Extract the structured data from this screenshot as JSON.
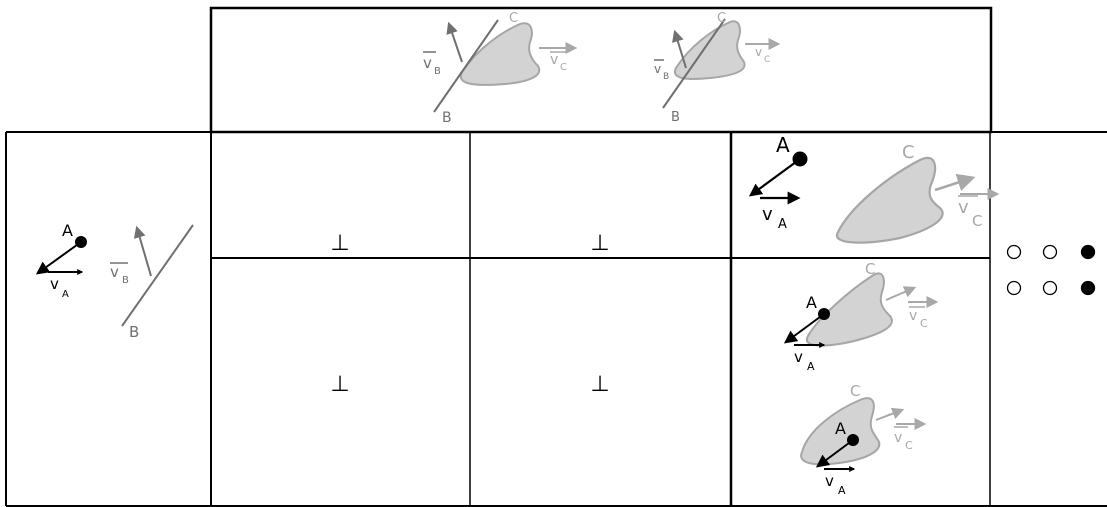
{
  "colors": {
    "black": "#000000",
    "dark_gray": "#707070",
    "light_gray": "#a8a8a8",
    "blob_fill": "#d3d3d3",
    "blob_stroke": "#a6a6a6"
  },
  "labels": {
    "A": "A",
    "B": "B",
    "C": "C",
    "v": "v",
    "sub_A": "A",
    "sub_B": "B",
    "sub_C": "C"
  },
  "cells": {
    "perp_symbol": "⊥"
  },
  "indicator": {
    "rows": [
      {
        "circles": [
          "empty",
          "empty",
          "filled"
        ]
      },
      {
        "circles": [
          "empty",
          "empty",
          "filled"
        ]
      }
    ]
  }
}
